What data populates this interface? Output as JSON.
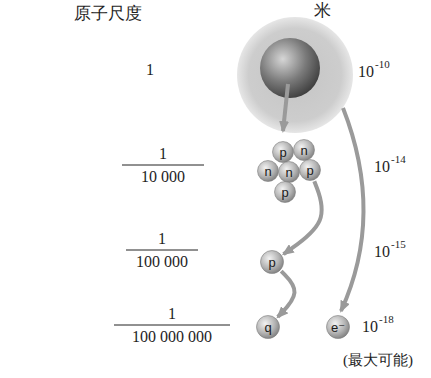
{
  "diagram": {
    "nodes": [
      {
        "text": [
          "p"
        ]
      },
      {
        "text": [
          "n"
        ]
      },
      {
        "text": [
          "n"
        ]
      },
      {
        "text": [
          "n"
        ]
      },
      {
        "text": [
          "p"
        ]
      },
      {
        "text": [
          "p"
        ]
      },
      {
        "text": [
          "p"
        ]
      },
      {
        "text": [
          "q"
        ]
      },
      {
        "text": [
          "e⁻"
        ]
      }
    ],
    "edges": [
      {
        "from": 4,
        "to": 6,
        "arrow": "to"
      },
      {
        "from": 6,
        "to": 7,
        "arrow": "to"
      }
    ],
    "labels": [
      "原子尺度",
      "米",
      "1",
      "10",
      "-10",
      "1",
      "10 000",
      "10",
      "-14",
      "1",
      "100 000",
      "10",
      "-15",
      "1",
      "100 000 000",
      "10",
      "-18",
      "(最大可能)"
    ]
  }
}
